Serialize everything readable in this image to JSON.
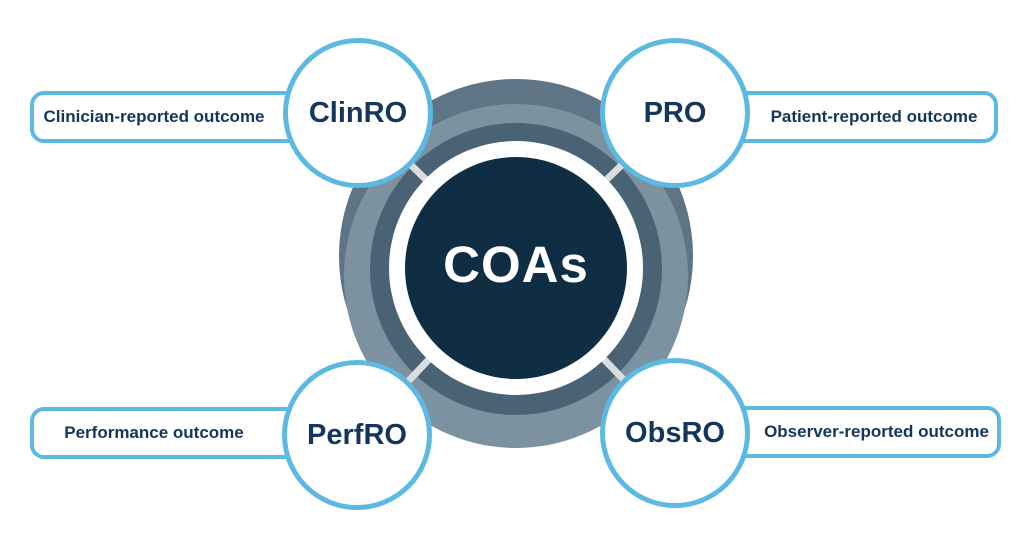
{
  "diagram": {
    "center_label": "COAs",
    "nodes": [
      {
        "abbr": "ClinRO",
        "description": "Clinician-reported outcome",
        "position": "top-left"
      },
      {
        "abbr": "PRO",
        "description": "Patient-reported outcome",
        "position": "top-right"
      },
      {
        "abbr": "PerfRO",
        "description": "Performance outcome",
        "position": "bottom-left"
      },
      {
        "abbr": "ObsRO",
        "description": "Observer-reported outcome",
        "position": "bottom-right"
      }
    ],
    "colors": {
      "accent_blue": "#5cb9e2",
      "navy_text": "#14365c",
      "center_disc": "#0f2e44",
      "ring_dark": "#4a6374",
      "ring_medium": "#5f7586",
      "ring_light": "#7d92a0",
      "connector_gray": "#dadddf",
      "background": "#ffffff"
    }
  }
}
